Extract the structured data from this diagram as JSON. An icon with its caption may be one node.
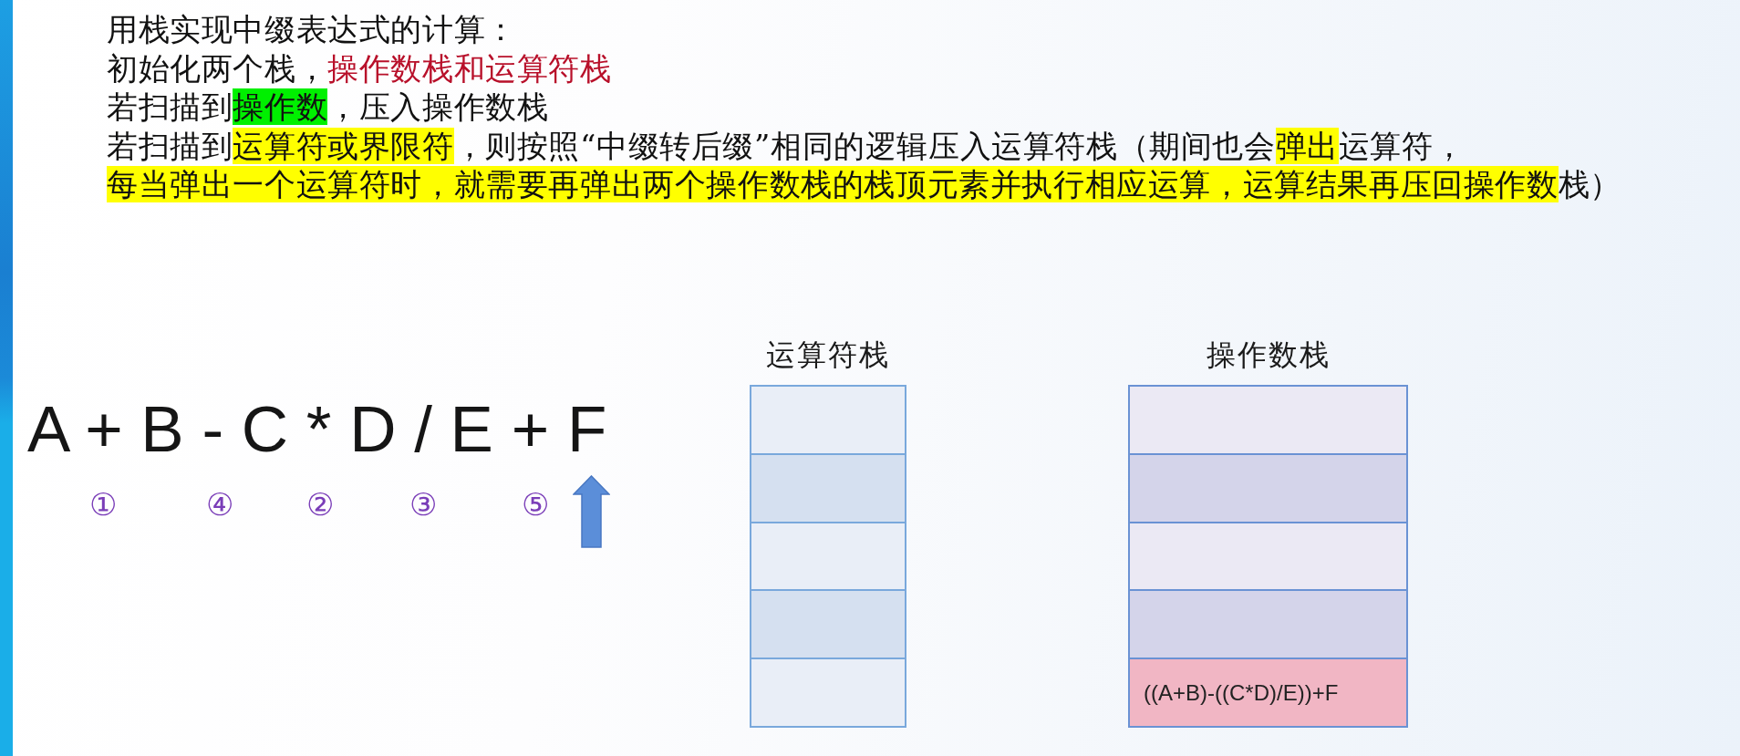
{
  "diagram": {
    "title": "用栈实现中缀表达式的计算：",
    "nodes": [
      {
        "text": [
          "运算符栈"
        ]
      },
      {
        "text": [],
        "shape": "box",
        "in": 0
      },
      {
        "text": [],
        "shape": "box",
        "in": 0
      },
      {
        "text": [],
        "shape": "box",
        "in": 0
      },
      {
        "text": [],
        "shape": "box",
        "in": 0
      },
      {
        "text": [],
        "shape": "box",
        "in": 0
      },
      {
        "text": [
          "操作数栈"
        ]
      },
      {
        "text": [],
        "shape": "box",
        "in": 6
      },
      {
        "text": [],
        "shape": "box",
        "in": 6
      },
      {
        "text": [],
        "shape": "box",
        "in": 6
      },
      {
        "text": [],
        "shape": "box",
        "in": 6
      },
      {
        "text": [
          "((A+B)-((C*D)/E))+F"
        ],
        "in": 6
      }
    ],
    "labels": [
      "初始化两个栈，操作数栈和运算符栈",
      "若扫描到操作数，压入操作数栈",
      "若扫描到运算符或界限符，则按照“中缀转后缀”相同的逻辑压入运算符栈（期间也会弹出运算符，每当弹出一个运算符时，就需要再弹出两个操作数栈的栈顶元素并执行相应运算，运算结果再压回操作数栈）",
      "A + B - C * D / E + F",
      "①",
      "④",
      "②",
      "③",
      "⑤"
    ]
  }
}
